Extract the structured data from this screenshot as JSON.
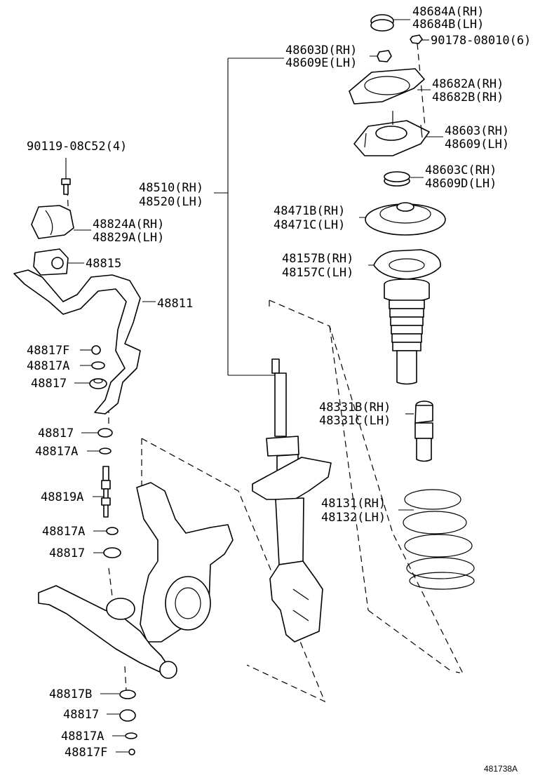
{
  "labels": {
    "l_48684a": "48684A(RH)",
    "l_48684b": "48684B(LH)",
    "l_90178": "90178-08010(6)",
    "l_48603d": "48603D(RH)",
    "l_48609e": "48609E(LH)",
    "l_48682a": "48682A(RH)",
    "l_48682b": "48682B(RH)",
    "l_48603": "48603(RH)",
    "l_48609": "48609(LH)",
    "l_90119": "90119-08C52(4)",
    "l_48510": "48510(RH)",
    "l_48520": "48520(LH)",
    "l_48603c": "48603C(RH)",
    "l_48609d": "48609D(LH)",
    "l_48471b": "48471B(RH)",
    "l_48471c": "48471C(LH)",
    "l_48824a": "48824A(RH)",
    "l_48829a": "48829A(LH)",
    "l_48815": "48815",
    "l_48157b": "48157B(RH)",
    "l_48157c": "48157C(LH)",
    "l_48811": "48811",
    "l_48817f_1": "48817F",
    "l_48817a_1": "48817A",
    "l_48817_1": "48817",
    "l_48331b": "48331B(RH)",
    "l_48331c": "48331C(LH)",
    "l_48817_2": "48817",
    "l_48817a_2": "48817A",
    "l_48819a": "48819A",
    "l_48131": "48131(RH)",
    "l_48132": "48132(LH)",
    "l_48817a_3": "48817A",
    "l_48817_3": "48817",
    "l_48817b": "48817B",
    "l_48817_4": "48817",
    "l_48817a_4": "48817A",
    "l_48817f_2": "48817F"
  },
  "diagram_ref": "481738A"
}
